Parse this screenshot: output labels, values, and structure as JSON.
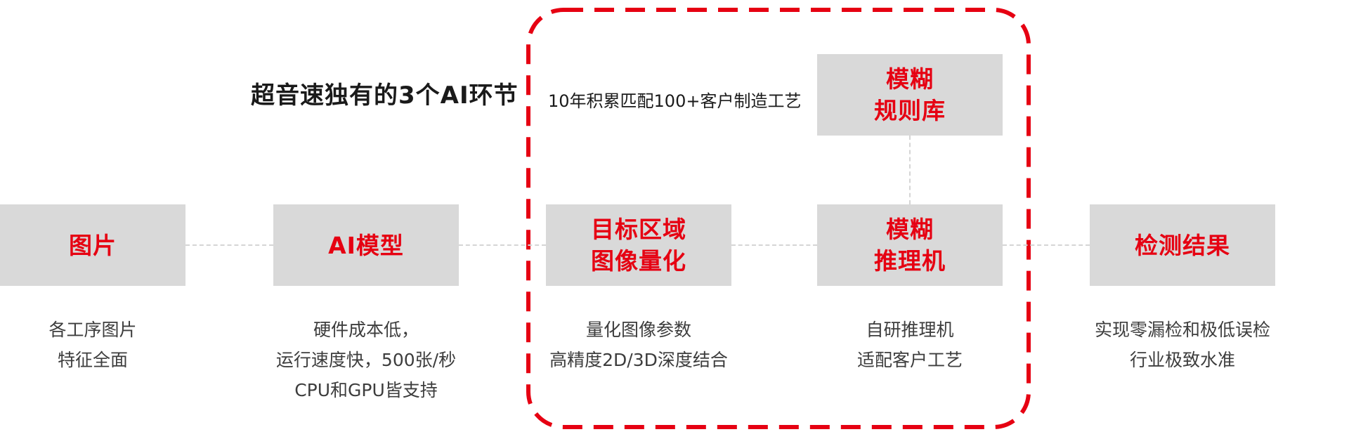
{
  "header": {
    "title": "超音速独有的3个AI环节",
    "note": "10年积累匹配100+客户制造工艺"
  },
  "colors": {
    "accent_red": "#e60012",
    "box_bg": "#d9d9d9",
    "connector_gray": "#d5d5d5",
    "text_dark": "#3d3d3d"
  },
  "nodes": [
    {
      "id": "image",
      "lines": [
        "图片"
      ],
      "desc": [
        "各工序图片",
        "特征全面"
      ]
    },
    {
      "id": "ai-model",
      "lines": [
        "AI模型"
      ],
      "desc": [
        "硬件成本低，",
        "运行速度快，500张/秒",
        "CPU和GPU皆支持"
      ]
    },
    {
      "id": "target-region",
      "lines": [
        "目标区域",
        "图像量化"
      ],
      "desc": [
        "量化图像参数",
        "高精度2D/3D深度结合"
      ]
    },
    {
      "id": "fuzzy-engine",
      "lines": [
        "模糊",
        "推理机"
      ],
      "desc": [
        "自研推理机",
        "适配客户工艺"
      ]
    },
    {
      "id": "result",
      "lines": [
        "检测结果"
      ],
      "desc": [
        "实现零漏检和极低误检",
        "行业极致水准"
      ]
    }
  ],
  "rule_base": {
    "lines": [
      "模糊",
      "规则库"
    ]
  }
}
